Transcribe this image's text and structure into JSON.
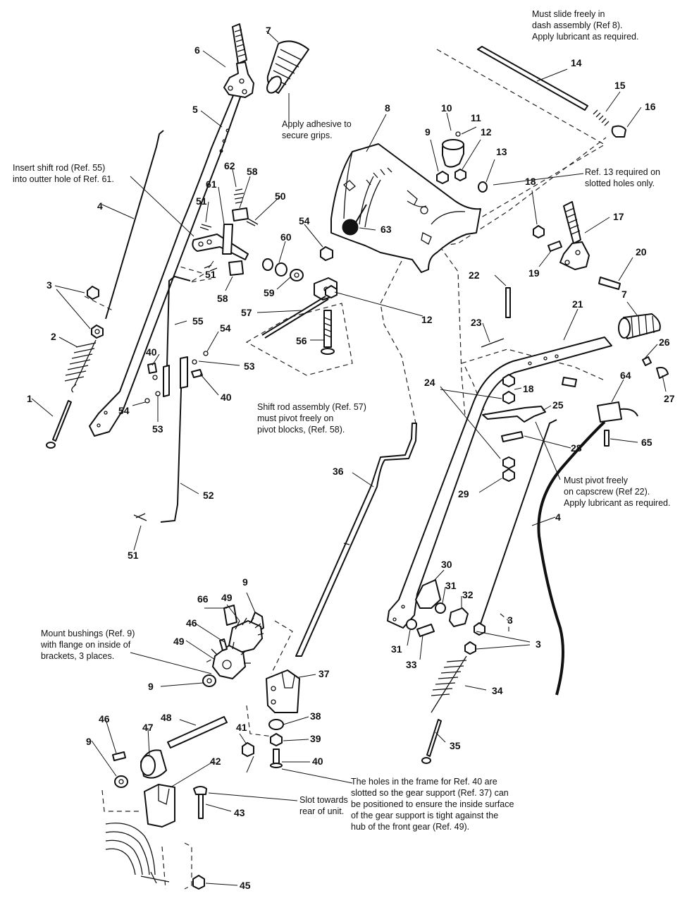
{
  "notes": {
    "n1": [
      "Must slide freely in",
      "dash assembly (Ref 8).",
      "Apply lubricant as required."
    ],
    "n2": [
      "Apply adhesive to",
      "secure grips."
    ],
    "n3": [
      "Insert shift rod (Ref. 55)",
      "into outter hole of Ref. 61."
    ],
    "n4": [
      "Ref. 13 required on",
      "slotted holes only."
    ],
    "n5": [
      "Shift rod assembly (Ref. 57)",
      "must pivot freely on",
      "pivot blocks, (Ref. 58)."
    ],
    "n6": [
      "Must pivot freely",
      "on capscrew (Ref 22).",
      "Apply lubricant as required."
    ],
    "n7": [
      "Mount bushings (Ref. 9)",
      "with flange on inside of",
      "brackets, 3 places."
    ],
    "n8": [
      "Slot towards",
      "rear of unit."
    ],
    "n9": [
      "The holes in the frame for Ref. 40 are",
      "slotted so the gear support (Ref. 37) can",
      "be positioned to ensure the inside surface",
      "of the gear support is tight against the",
      "hub of the front gear (Ref. 49)."
    ]
  },
  "refs": [
    "6",
    "7",
    "5",
    "4",
    "3",
    "2",
    "1",
    "62",
    "58",
    "61",
    "51",
    "50",
    "60",
    "59",
    "51",
    "58",
    "54",
    "57",
    "56",
    "55",
    "54",
    "40",
    "53",
    "40",
    "54",
    "53",
    "52",
    "51",
    "8",
    "10",
    "11",
    "9",
    "12",
    "13",
    "18",
    "17",
    "20",
    "19",
    "7",
    "14",
    "15",
    "16",
    "63",
    "12",
    "22",
    "23",
    "21",
    "26",
    "27",
    "64",
    "65",
    "24",
    "18",
    "25",
    "28",
    "29",
    "4",
    "36",
    "30",
    "31",
    "32",
    "31",
    "33",
    "3",
    "3",
    "34",
    "35",
    "66",
    "49",
    "9",
    "46",
    "49",
    "9",
    "37",
    "38",
    "39",
    "40",
    "41",
    "48",
    "47",
    "46",
    "9",
    "42",
    "43",
    "45"
  ]
}
